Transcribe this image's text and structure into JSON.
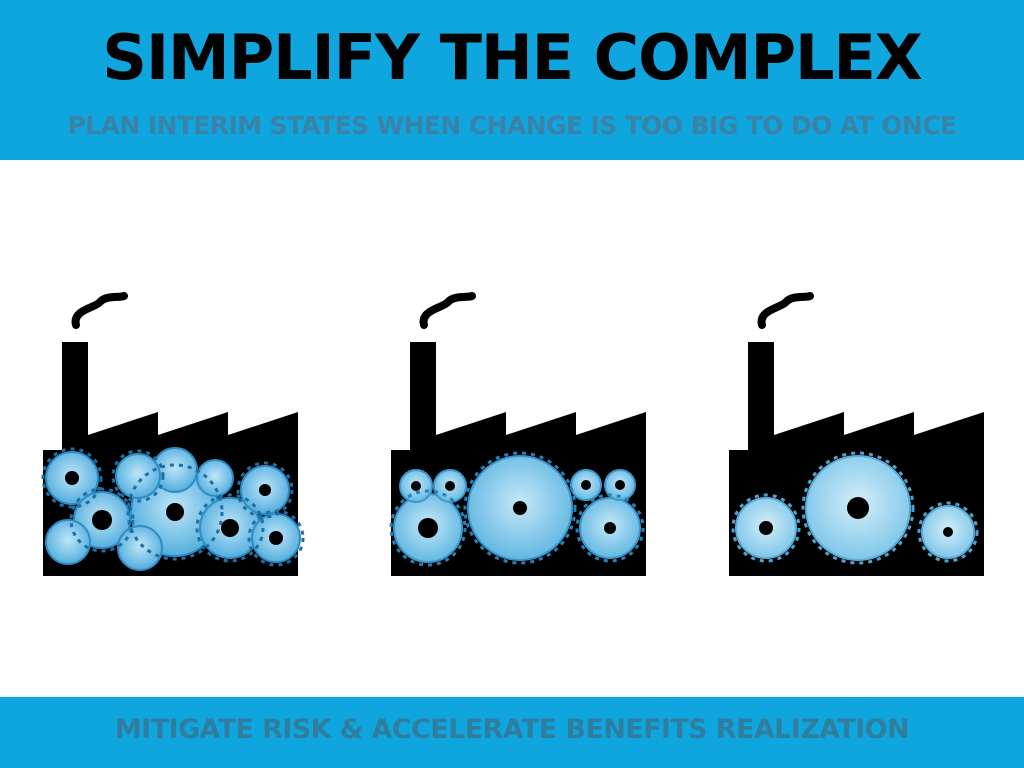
{
  "header": {
    "title": "SIMPLIFY THE COMPLEX",
    "subtitle": "PLAN INTERIM STATES WHEN CHANGE IS TOO BIG TO DO AT ONCE"
  },
  "footer": {
    "text": "MITIGATE RISK & ACCELERATE BENEFITS REALIZATION"
  },
  "colors": {
    "banner": "#0fa6df",
    "factory": "#000000",
    "gear": "#7cc8ec"
  },
  "factories": [
    {
      "name": "complex-factory",
      "gear_count": 11
    },
    {
      "name": "interim-factory",
      "gear_count": 7
    },
    {
      "name": "simple-factory",
      "gear_count": 3
    }
  ]
}
